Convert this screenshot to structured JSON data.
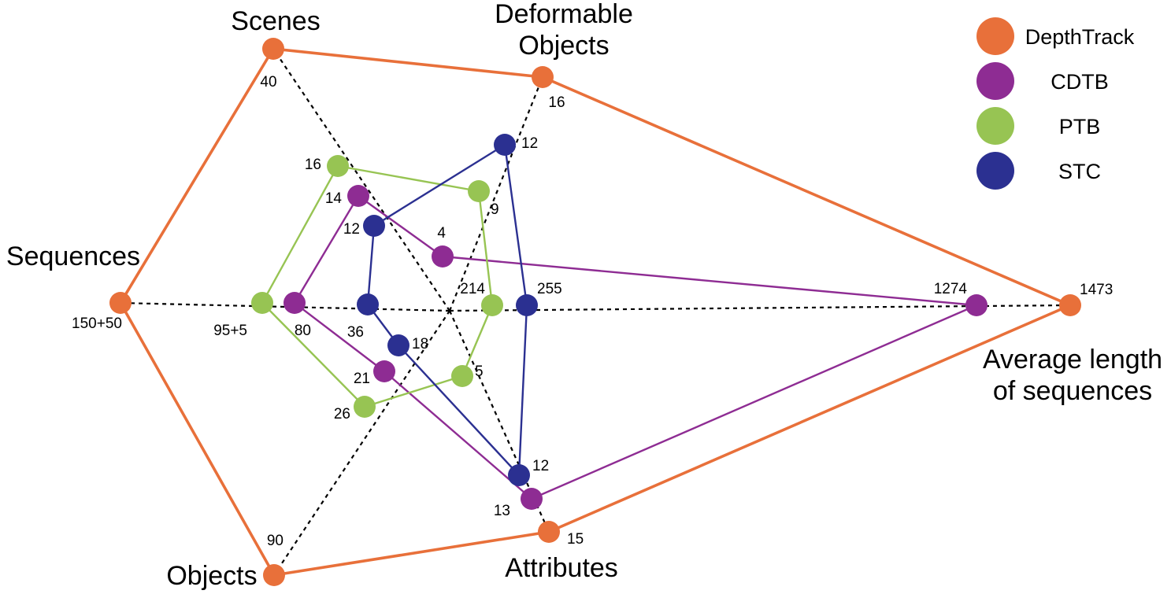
{
  "chart_data": {
    "type": "radar",
    "axes": [
      {
        "name": "Sequences",
        "lines": [
          "Sequences"
        ]
      },
      {
        "name": "Scenes",
        "lines": [
          "Scenes"
        ]
      },
      {
        "name": "Deformable Objects",
        "lines": [
          "Deformable",
          "Objects"
        ]
      },
      {
        "name": "Average length of sequences",
        "lines": [
          "Average length",
          "of sequences"
        ]
      },
      {
        "name": "Attributes",
        "lines": [
          "Attributes"
        ]
      },
      {
        "name": "Objects",
        "lines": [
          "Objects"
        ]
      }
    ],
    "series": [
      {
        "name": "DepthTrack",
        "color": "#E8703A",
        "values": [
          200,
          40,
          16,
          1473,
          15,
          90
        ],
        "labels": [
          "150+50",
          "40",
          "16",
          "1473",
          "15",
          "90"
        ]
      },
      {
        "name": "CDTB",
        "color": "#8E2C93",
        "values": [
          80,
          14,
          4,
          1274,
          13,
          21
        ],
        "labels": [
          "80",
          "14",
          "4",
          "1274",
          "13",
          "21"
        ]
      },
      {
        "name": "PTB",
        "color": "#97C453",
        "values": [
          100,
          16,
          9,
          214,
          5,
          26
        ],
        "labels": [
          "95+5",
          "16",
          "9",
          "214",
          "5",
          "26"
        ]
      },
      {
        "name": "STC",
        "color": "#2B3091",
        "values": [
          36,
          12,
          12,
          255,
          12,
          18
        ],
        "labels": [
          "36",
          "12",
          "12",
          "255",
          "12",
          "18"
        ]
      }
    ],
    "grid": false,
    "legend_position": "top-right"
  }
}
